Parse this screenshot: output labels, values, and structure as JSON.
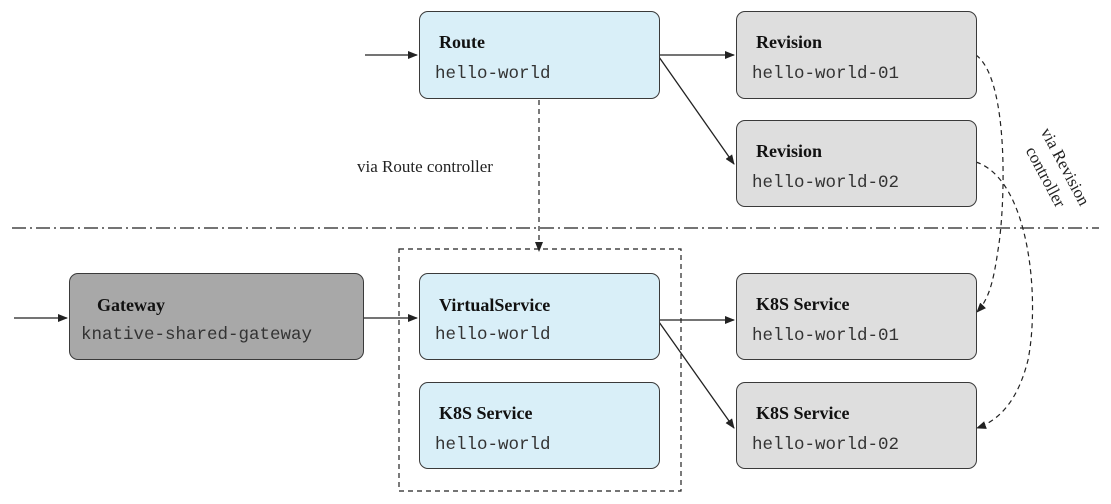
{
  "nodes": {
    "route": {
      "title": "Route",
      "name": "hello-world"
    },
    "revision_1": {
      "title": "Revision",
      "name": "hello-world-01"
    },
    "revision_2": {
      "title": "Revision",
      "name": "hello-world-02"
    },
    "gateway": {
      "title": "Gateway",
      "name": "knative-shared-gateway"
    },
    "virtual_service": {
      "title": "VirtualService",
      "name": "hello-world"
    },
    "k8s_service_main": {
      "title": "K8S Service",
      "name": "hello-world"
    },
    "k8s_service_1": {
      "title": "K8S Service",
      "name": "hello-world-01"
    },
    "k8s_service_2": {
      "title": "K8S Service",
      "name": "hello-world-02"
    }
  },
  "annotations": {
    "route_controller": "via Route controller",
    "revision_controller_line1": "via Revision",
    "revision_controller_line2": "controller"
  },
  "colors": {
    "user_facing_fill": "#d9eff8",
    "generated_fill": "#dedede",
    "gateway_fill": "#a8a8a8",
    "stroke": "#3a3a3a"
  }
}
